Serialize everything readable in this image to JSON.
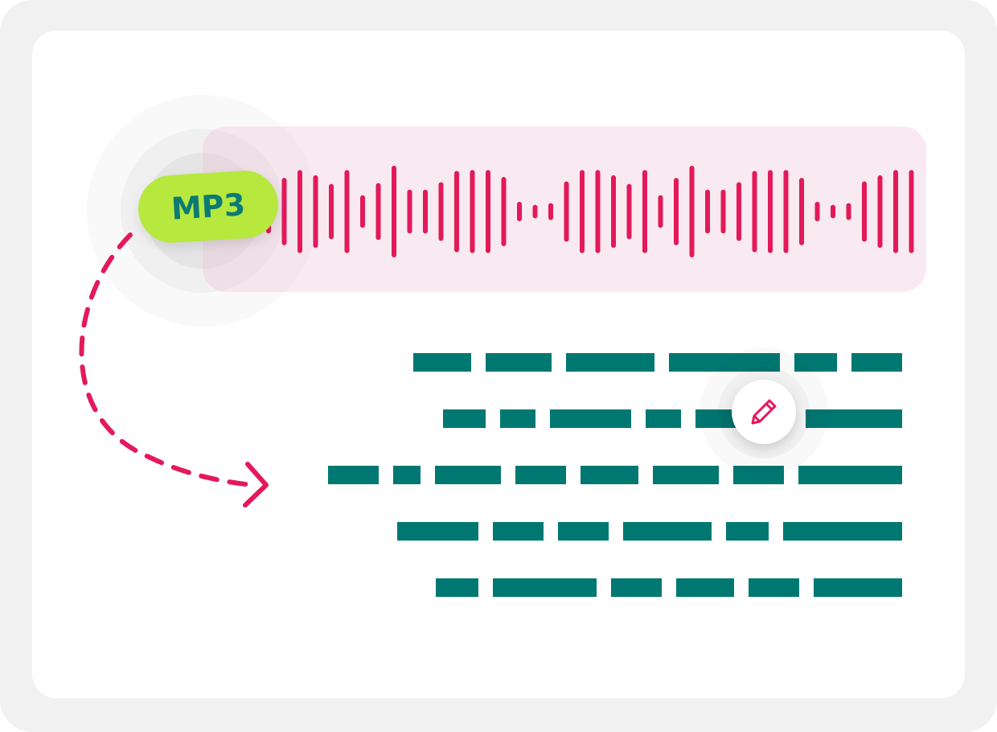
{
  "badge": {
    "label": "MP3"
  },
  "waveform": {
    "bar_heights": [
      0.45,
      0.72,
      0.9,
      0.78,
      0.58,
      0.9,
      0.32,
      0.6,
      1.0,
      0.45,
      0.45,
      0.62,
      0.88,
      0.9,
      0.9,
      0.74,
      0.17,
      0.1,
      0.14,
      0.64,
      0.9,
      0.9,
      0.78,
      0.58,
      0.9,
      0.32,
      0.72,
      1.0,
      0.45,
      0.45,
      0.62,
      0.88,
      0.9,
      0.9,
      0.72,
      0.17,
      0.1,
      0.14,
      0.64,
      0.78,
      0.9,
      0.9
    ]
  },
  "transcript": {
    "lines": [
      [
        72,
        82,
        110,
        138,
        53,
        63
      ],
      [
        53,
        44,
        101,
        44,
        101,
        0,
        120
      ],
      [
        63,
        34,
        82,
        63,
        72,
        82,
        63,
        129
      ],
      [
        101,
        63,
        63,
        110,
        53,
        148
      ],
      [
        53,
        129,
        63,
        72,
        63,
        110
      ]
    ]
  },
  "colors": {
    "wave": "#e3195a",
    "teal": "#007872",
    "badge": "#b6e83e",
    "arrow": "#e3195a"
  },
  "icons": {
    "edit": "pencil-icon",
    "arrow": "dashed-arrow-icon"
  }
}
